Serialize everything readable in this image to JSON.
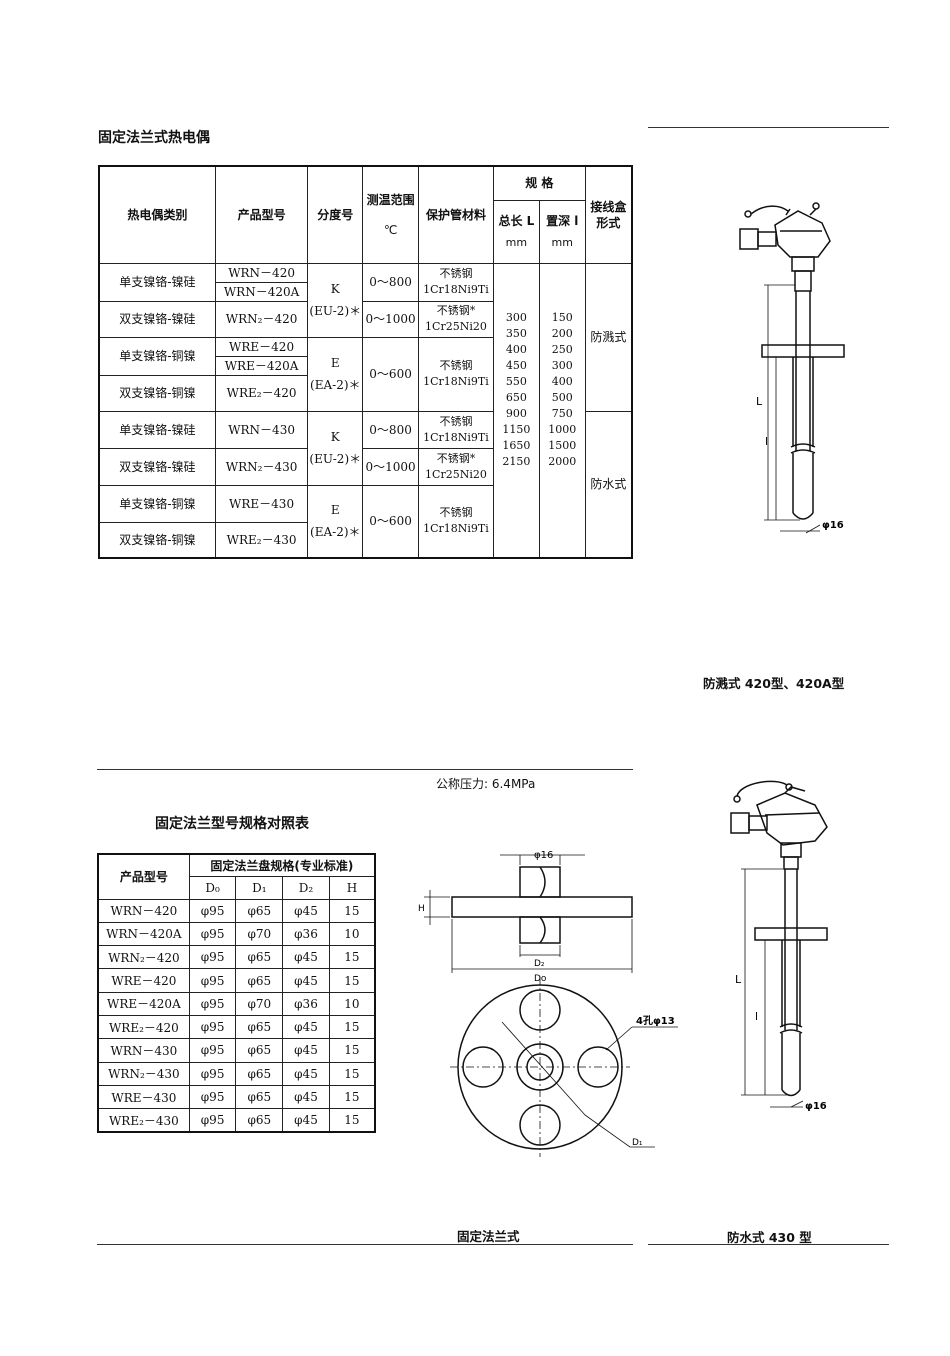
{
  "section1": {
    "title": "固定法兰式热电偶",
    "header": {
      "category": "热电偶类别",
      "model": "产品型号",
      "index": "分度号",
      "range": "测温范围",
      "range_unit": "℃",
      "material": "保护管材料",
      "spec": "规  格",
      "total_length": "总长 L",
      "depth": "置深 l",
      "mm1": "mm",
      "mm2": "mm",
      "box": "接线盒形式"
    },
    "rows": [
      {
        "category": "单支镍铬-镍硅",
        "models": [
          "WRN－420",
          "WRN－420A"
        ]
      },
      {
        "category": "双支镍铬-镍硅",
        "models": [
          "WRN₂－420"
        ]
      },
      {
        "category": "单支镍铬-铜镍",
        "models": [
          "WRE－420",
          "WRE－420A"
        ]
      },
      {
        "category": "双支镍铬-铜镍",
        "models": [
          "WRE₂－420"
        ]
      },
      {
        "category": "单支镍铬-镍硅",
        "models": [
          "WRN－430"
        ]
      },
      {
        "category": "双支镍铬-镍硅",
        "models": [
          "WRN₂－430"
        ]
      },
      {
        "category": "单支镍铬-铜镍",
        "models": [
          "WRE－430"
        ]
      },
      {
        "category": "双支镍铬-铜镍",
        "models": [
          "WRE₂－430"
        ]
      }
    ],
    "groups": [
      {
        "index": "K",
        "index_sub": "(EU-2)＊",
        "ranges": [
          "0～800",
          "0～1000"
        ],
        "materials": [
          [
            "不锈钢",
            "1Cr18Ni9Ti"
          ],
          [
            "不锈钢*",
            "1Cr25Ni20"
          ]
        ]
      },
      {
        "index": "E",
        "index_sub": "(EA-2)＊",
        "ranges": [
          "0～600"
        ],
        "materials": [
          [
            "不锈钢",
            "1Cr18Ni9Ti"
          ]
        ]
      },
      {
        "index": "K",
        "index_sub": "(EU-2)＊",
        "ranges": [
          "0～800",
          "0～1000"
        ],
        "materials": [
          [
            "不锈钢",
            "1Cr18Ni9Ti"
          ],
          [
            "不锈钢*",
            "1Cr25Ni20"
          ]
        ]
      },
      {
        "index": "E",
        "index_sub": "(EA-2)＊",
        "ranges": [
          "0～600"
        ],
        "materials": [
          [
            "不锈钢",
            "1Cr18Ni9Ti"
          ]
        ]
      }
    ],
    "lengths_L": [
      "300",
      "350",
      "400",
      "450",
      "550",
      "650",
      "900",
      "1150",
      "1650",
      "2150"
    ],
    "depths_l": [
      "150",
      "200",
      "250",
      "300",
      "400",
      "500",
      "750",
      "1000",
      "1500",
      "2000"
    ],
    "box_types": [
      "防溅式",
      "防水式"
    ]
  },
  "figure1": {
    "caption": "防溅式 420型、420A型",
    "dim_L": "L",
    "dim_l": "l",
    "dim_phi": "φ16"
  },
  "pressure": "公称压力:  6.4MPa",
  "flange_section": {
    "title": "固定法兰型号规格对照表",
    "header_model": "产品型号",
    "header_spec": "固定法兰盘规格(专业标准)",
    "columns": [
      "D₀",
      "D₁",
      "D₂",
      "H"
    ],
    "rows": [
      [
        "WRN－420",
        "φ95",
        "φ65",
        "φ45",
        "15"
      ],
      [
        "WRN－420A",
        "φ95",
        "φ70",
        "φ36",
        "10"
      ],
      [
        "WRN₂－420",
        "φ95",
        "φ65",
        "φ45",
        "15"
      ],
      [
        "WRE－420",
        "φ95",
        "φ65",
        "φ45",
        "15"
      ],
      [
        "WRE－420A",
        "φ95",
        "φ70",
        "φ36",
        "10"
      ],
      [
        "WRE₂－420",
        "φ95",
        "φ65",
        "φ45",
        "15"
      ],
      [
        "WRN－430",
        "φ95",
        "φ65",
        "φ45",
        "15"
      ],
      [
        "WRN₂－430",
        "φ95",
        "φ65",
        "φ45",
        "15"
      ],
      [
        "WRE－430",
        "φ95",
        "φ65",
        "φ45",
        "15"
      ],
      [
        "WRE₂－430",
        "φ95",
        "φ65",
        "φ45",
        "15"
      ]
    ]
  },
  "figure2": {
    "caption": "固定法兰式",
    "dim_phi16": "φ16",
    "dim_H": "H",
    "dim_D2": "D₂",
    "dim_D0": "Do",
    "dim_holes": "4孔φ13",
    "dim_D1": "D₁"
  },
  "figure3": {
    "caption": "防水式 430 型",
    "dim_L": "L",
    "dim_l": "l",
    "dim_phi": "φ16"
  }
}
